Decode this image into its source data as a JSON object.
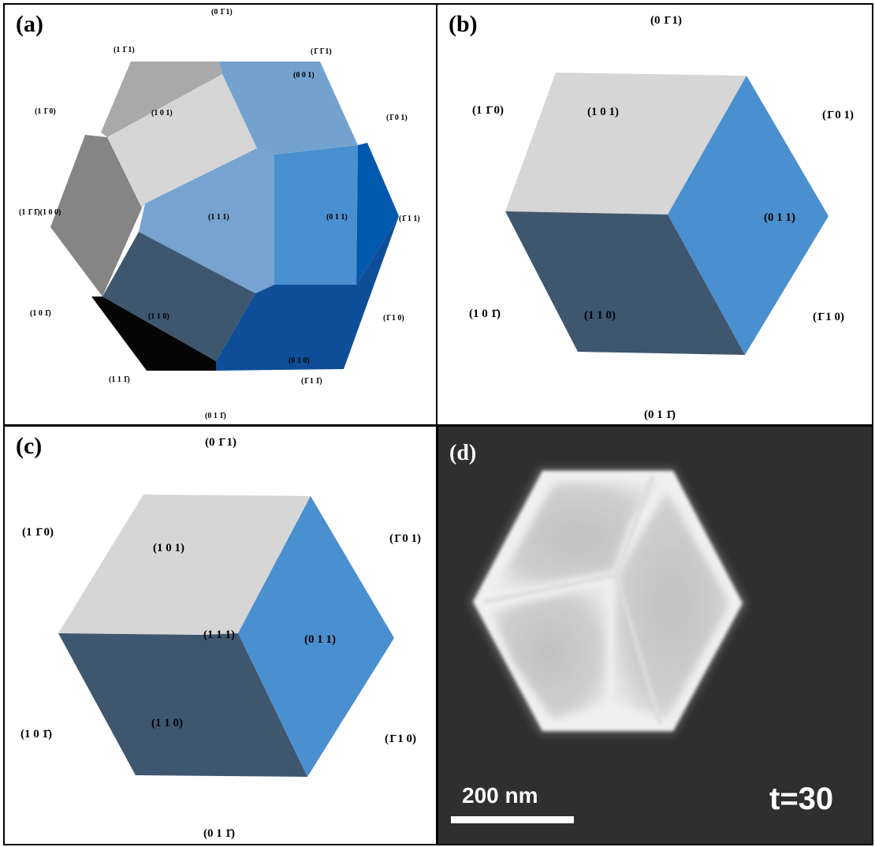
{
  "panels": {
    "a": {
      "label": "(a)",
      "facets": {
        "top_outer": "(0 1̄ 1)",
        "t_1_m1_1": "(1 1̄ 1)",
        "t_m1_m1_1": "(1̄ 1̄ 1)",
        "f_0_0_1": "(0 0 1)",
        "f_1_m1_0": "(1 1̄ 0)",
        "f_1_0_1": "(1 0 1)",
        "f_m1_0_1": "(1̄ 0 1)",
        "f_1_m1_m1_100": "(1 1̄ 1̄)(1 0 0)",
        "f_1_1_1": "(1 1 1)",
        "f_0_1_1": "(0 1 1)",
        "f_m1_1_1": "(1̄ 1 1)",
        "f_1_0_m1": "(1 0 1̄)",
        "f_1_1_0": "(1 1 0)",
        "f_m1_1_0": "(1̄ 1 0)",
        "f_0_1_0": "(0 1 0)",
        "f_1_1_m1": "(1 1 1̄)",
        "f_m1_1_m1": "(1̄ 1 1̄)",
        "f_0_1_m1": "(0 1 1̄)"
      }
    },
    "b": {
      "label": "(b)",
      "facets": {
        "top": "(0 1̄ 1)",
        "upper_left": "(1 1̄ 0)",
        "face_top": "(1 0 1)",
        "upper_right": "(1̄ 0 1)",
        "face_right": "(0 1 1)",
        "lower_left": "(1 0 1̄)",
        "face_left": "(1 1 0)",
        "lower_right": "(1̄ 1 0)",
        "bottom": "(0 1 1̄)"
      }
    },
    "c": {
      "label": "(c)",
      "facets": {
        "top": "(0 1̄ 1)",
        "upper_left": "(1 1̄ 0)",
        "face_top": "(1 0 1)",
        "upper_right": "(1̄ 0 1)",
        "center": "(1 1 1)",
        "face_right": "(0 1 1)",
        "lower_left": "(1 0 1̄)",
        "face_left": "(1 1 0)",
        "lower_right": "(1̄ 1 0)",
        "bottom": "(0 1 1̄)"
      }
    },
    "d": {
      "label": "(d)",
      "scale_label": "200 nm",
      "time_label": "t=30"
    }
  },
  "colors": {
    "light_gray": "#d6d6d6",
    "mid_gray": "#a9a9a9",
    "dark_gray": "#858585",
    "slate": "#3f566f",
    "steel_blue": "#4a8fcf",
    "light_blue": "#74a2cf",
    "deep_blue": "#0e4e98",
    "royal_blue": "#0059ad",
    "black": "#050505",
    "sem_background": "#2f2f2f"
  }
}
